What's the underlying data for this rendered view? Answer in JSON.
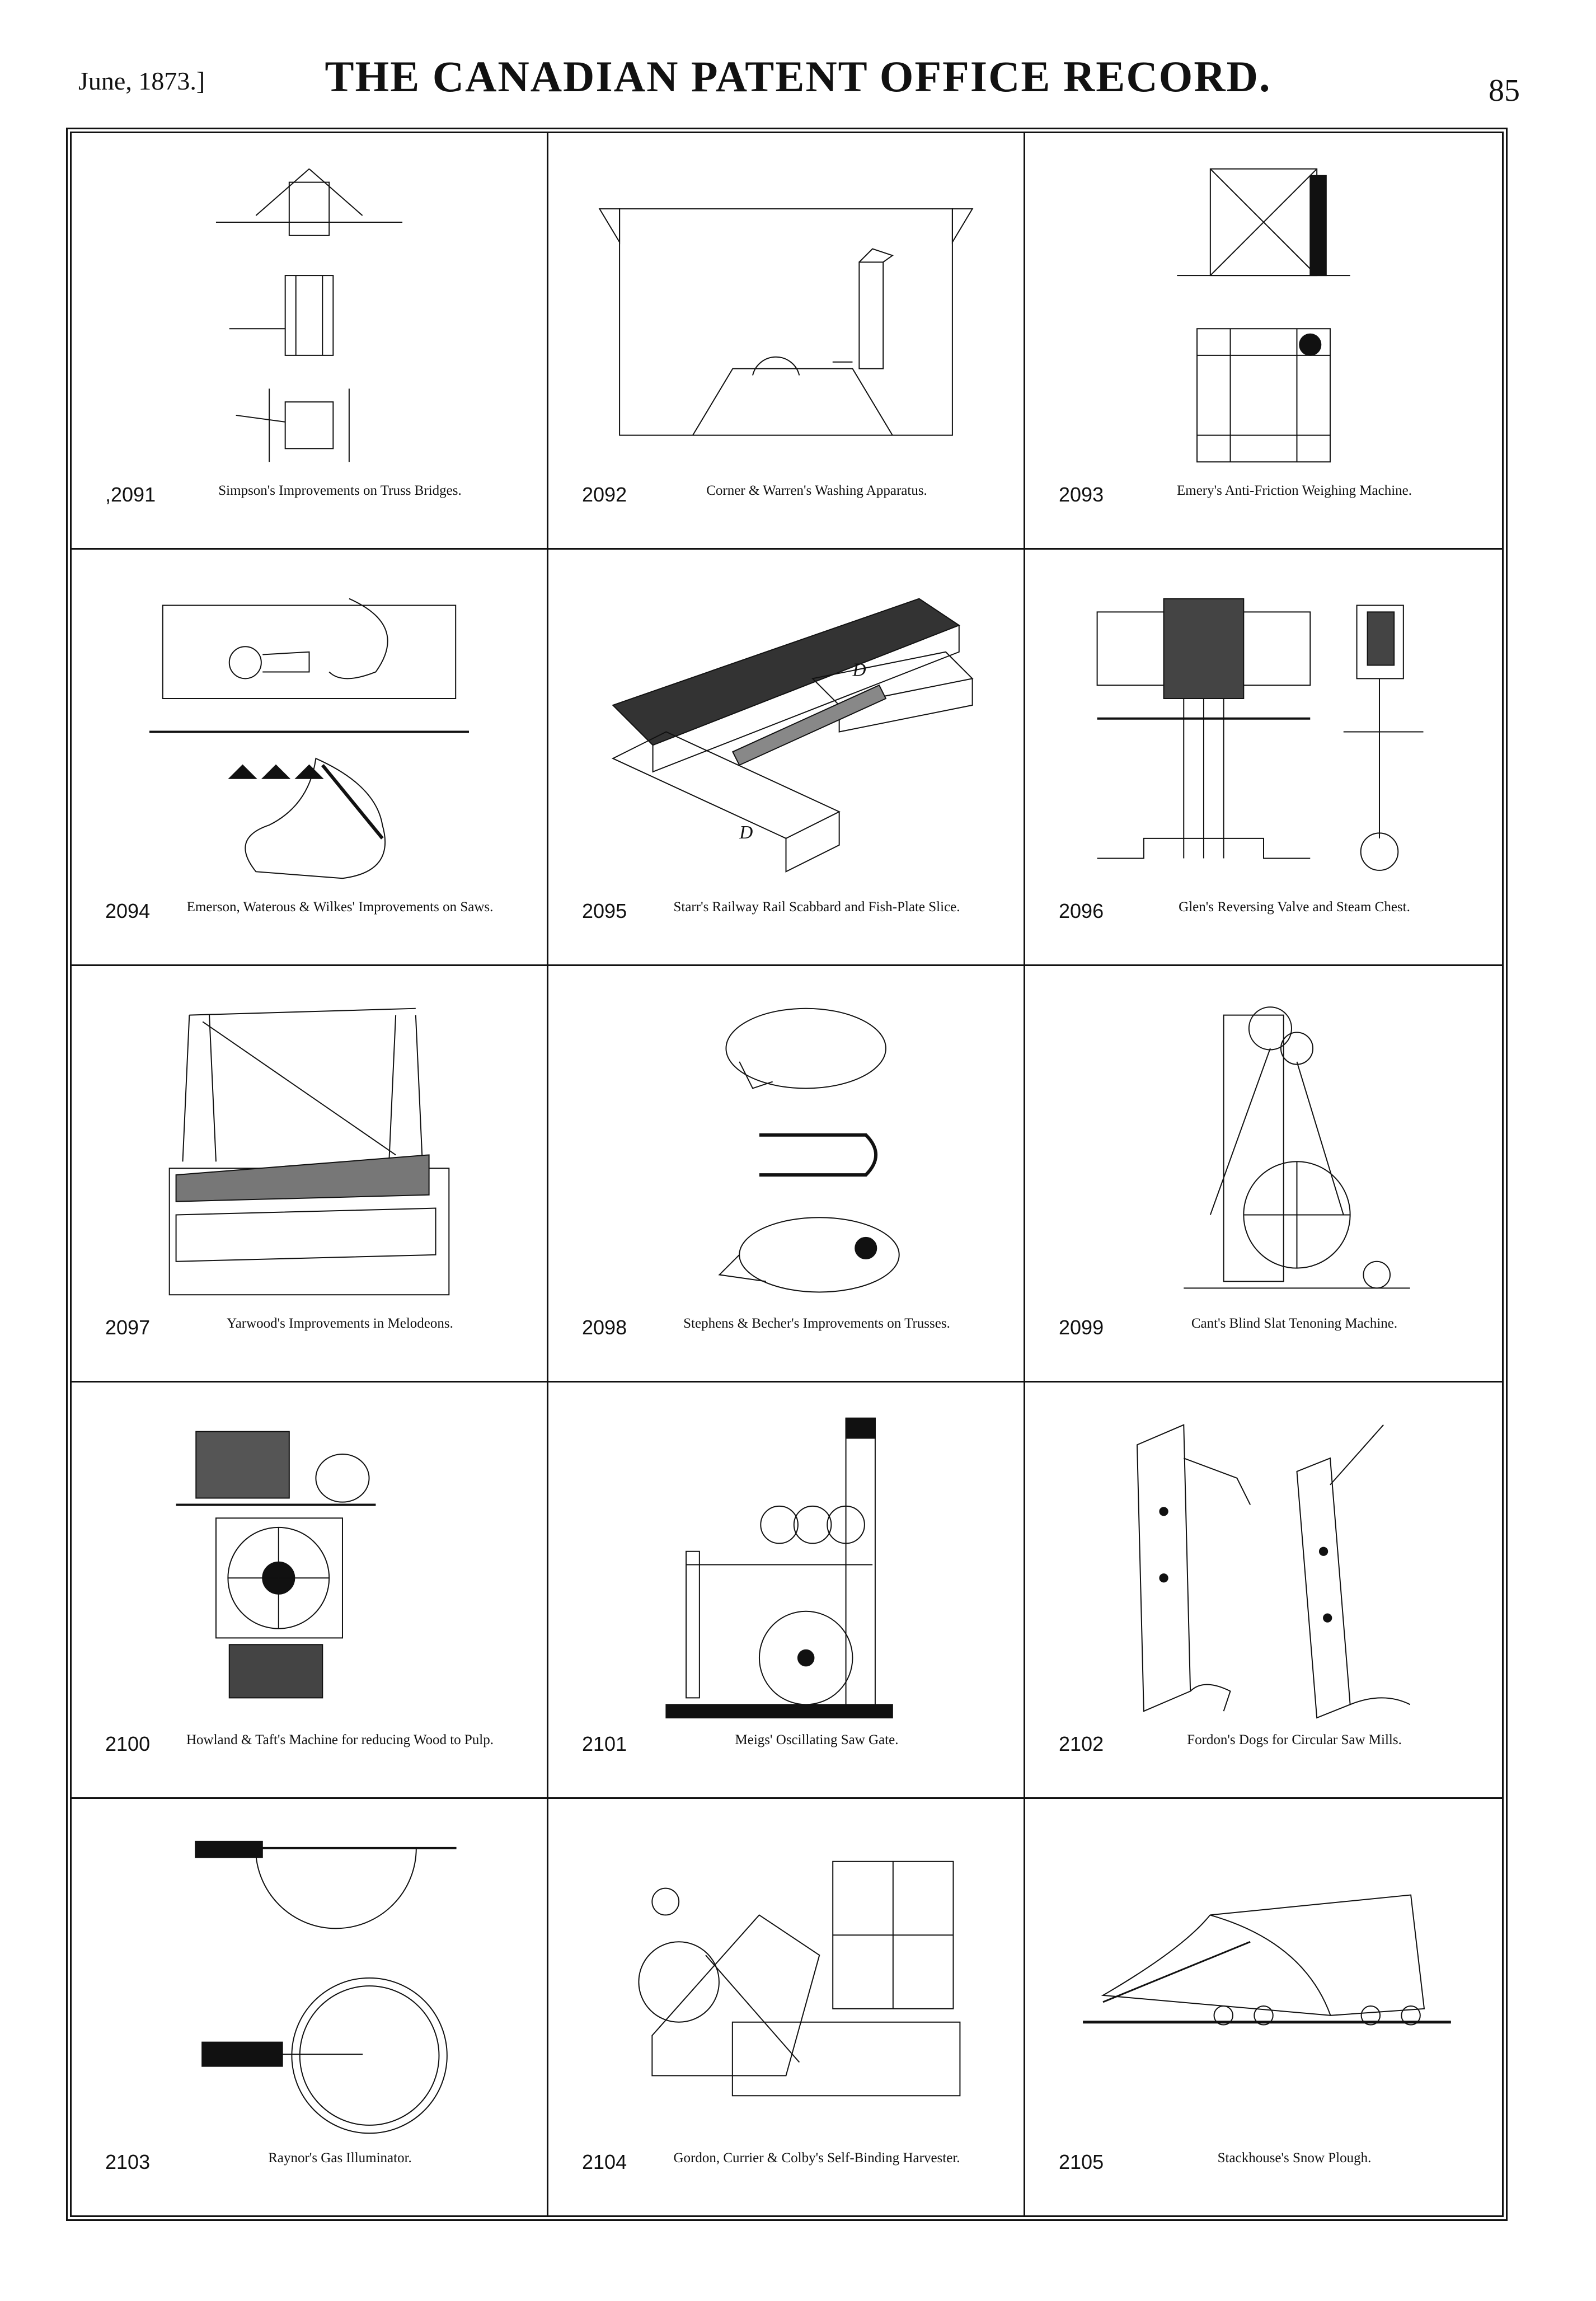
{
  "header": {
    "date": "June, 1873.]",
    "title": "THE CANADIAN PATENT OFFICE RECORD.",
    "page_number": "85"
  },
  "entries": [
    {
      "number": ",2091",
      "caption": "Simpson's Improvements on Truss Bridges.",
      "illustration": "truss-bridge-illustration"
    },
    {
      "number": "2092",
      "caption": "Corner & Warren's Washing Apparatus.",
      "illustration": "washing-apparatus-illustration"
    },
    {
      "number": "2093",
      "caption": "Emery's Anti-Friction Weighing Machine.",
      "illustration": "weighing-machine-illustration"
    },
    {
      "number": "2094",
      "caption": "Emerson, Waterous & Wilkes' Improvements on Saws.",
      "illustration": "saw-illustration"
    },
    {
      "number": "2095",
      "caption": "Starr's Railway Rail Scabbard and Fish-Plate Slice.",
      "illustration": "railway-rail-illustration"
    },
    {
      "number": "2096",
      "caption": "Glen's Reversing Valve and Steam Chest.",
      "illustration": "steam-valve-illustration"
    },
    {
      "number": "2097",
      "caption": "Yarwood's Improvements in Melodeons.",
      "illustration": "melodeon-illustration"
    },
    {
      "number": "2098",
      "caption": "Stephens & Becher's Improvements on Trusses.",
      "illustration": "truss-illustration"
    },
    {
      "number": "2099",
      "caption": "Cant's Blind Slat Tenoning Machine.",
      "illustration": "tenoning-machine-illustration"
    },
    {
      "number": "2100",
      "caption": "Howland & Taft's Machine for reducing Wood to Pulp.",
      "illustration": "pulp-machine-illustration"
    },
    {
      "number": "2101",
      "caption": "Meigs' Oscillating Saw Gate.",
      "illustration": "saw-gate-illustration"
    },
    {
      "number": "2102",
      "caption": "Fordon's Dogs for Circular Saw Mills.",
      "illustration": "saw-mill-dogs-illustration"
    },
    {
      "number": "2103",
      "caption": "Raynor's Gas Illuminator.",
      "illustration": "gas-illuminator-illustration"
    },
    {
      "number": "2104",
      "caption": "Gordon, Currier & Colby's Self-Binding Harvester.",
      "illustration": "harvester-illustration"
    },
    {
      "number": "2105",
      "caption": "Stackhouse's Snow Plough.",
      "illustration": "snow-plough-illustration"
    }
  ]
}
